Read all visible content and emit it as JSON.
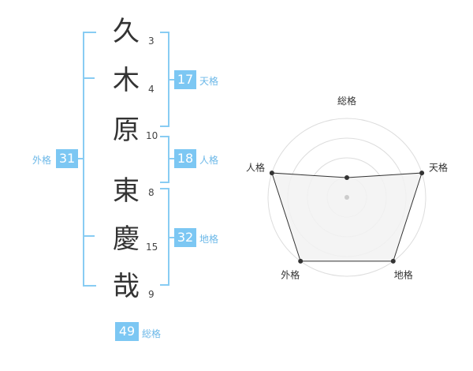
{
  "name_chars": [
    {
      "char": "久",
      "strokes": "3"
    },
    {
      "char": "木",
      "strokes": "4"
    },
    {
      "char": "原",
      "strokes": "10"
    },
    {
      "char": "東",
      "strokes": "8"
    },
    {
      "char": "慶",
      "strokes": "15"
    },
    {
      "char": "哉",
      "strokes": "9"
    }
  ],
  "fortunes": {
    "tenkaku": {
      "value": "17",
      "label": "天格"
    },
    "jinkaku": {
      "value": "18",
      "label": "人格"
    },
    "chikaku": {
      "value": "32",
      "label": "地格"
    },
    "gaikaku": {
      "value": "31",
      "label": "外格"
    },
    "soukaku": {
      "value": "49",
      "label": "総格"
    }
  },
  "chart_data": {
    "type": "radar",
    "axes": [
      "総格",
      "天格",
      "地格",
      "外格",
      "人格"
    ],
    "values": [
      1,
      4,
      4,
      4,
      4
    ],
    "rmax": 4,
    "rings": 4,
    "colors": {
      "fill": "#f2f2f2",
      "line": "#333333",
      "grid": "#dddddd"
    }
  }
}
